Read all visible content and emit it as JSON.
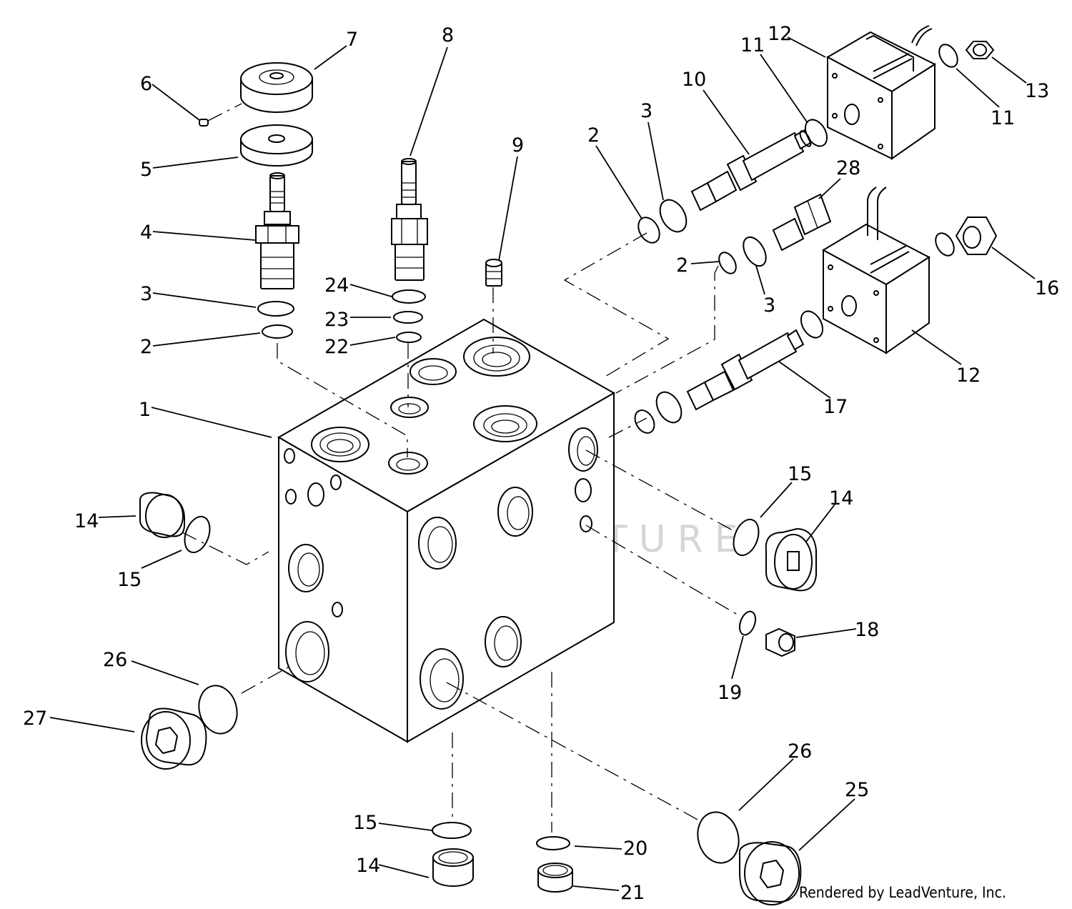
{
  "watermark": {
    "text": "LEADVENTURE"
  },
  "credit": {
    "text": "Rendered by LeadVenture, Inc."
  },
  "callouts": [
    {
      "id": "c1",
      "label": "1"
    },
    {
      "id": "c2a",
      "label": "2"
    },
    {
      "id": "c2b",
      "label": "2"
    },
    {
      "id": "c2c",
      "label": "2"
    },
    {
      "id": "c3a",
      "label": "3"
    },
    {
      "id": "c3b",
      "label": "3"
    },
    {
      "id": "c3c",
      "label": "3"
    },
    {
      "id": "c4",
      "label": "4"
    },
    {
      "id": "c5",
      "label": "5"
    },
    {
      "id": "c6",
      "label": "6"
    },
    {
      "id": "c7",
      "label": "7"
    },
    {
      "id": "c8",
      "label": "8"
    },
    {
      "id": "c9",
      "label": "9"
    },
    {
      "id": "c10",
      "label": "10"
    },
    {
      "id": "c11a",
      "label": "11"
    },
    {
      "id": "c11b",
      "label": "11"
    },
    {
      "id": "c12a",
      "label": "12"
    },
    {
      "id": "c12b",
      "label": "12"
    },
    {
      "id": "c13",
      "label": "13"
    },
    {
      "id": "c14a",
      "label": "14"
    },
    {
      "id": "c14b",
      "label": "14"
    },
    {
      "id": "c14c",
      "label": "14"
    },
    {
      "id": "c15a",
      "label": "15"
    },
    {
      "id": "c15b",
      "label": "15"
    },
    {
      "id": "c15c",
      "label": "15"
    },
    {
      "id": "c16",
      "label": "16"
    },
    {
      "id": "c17",
      "label": "17"
    },
    {
      "id": "c18",
      "label": "18"
    },
    {
      "id": "c19",
      "label": "19"
    },
    {
      "id": "c20",
      "label": "20"
    },
    {
      "id": "c21",
      "label": "21"
    },
    {
      "id": "c22",
      "label": "22"
    },
    {
      "id": "c23",
      "label": "23"
    },
    {
      "id": "c24",
      "label": "24"
    },
    {
      "id": "c25",
      "label": "25"
    },
    {
      "id": "c26a",
      "label": "26"
    },
    {
      "id": "c26b",
      "label": "26"
    },
    {
      "id": "c27",
      "label": "27"
    },
    {
      "id": "c28",
      "label": "28"
    }
  ]
}
